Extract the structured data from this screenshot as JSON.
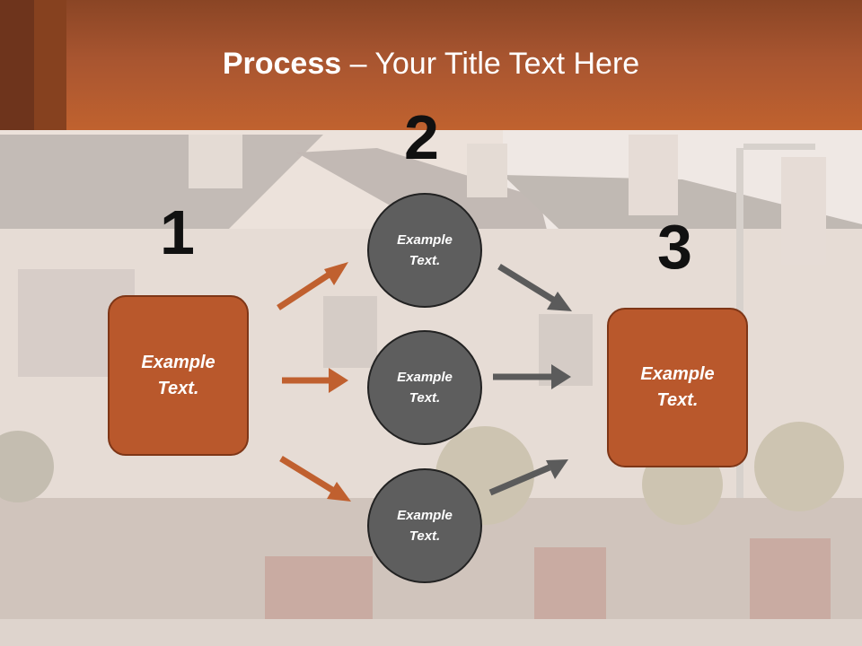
{
  "title": {
    "bold": "Process",
    "rest": " – Your Title Text Here"
  },
  "steps": [
    "1",
    "2",
    "3"
  ],
  "left_box": {
    "line1": "Example",
    "line2": "Text."
  },
  "circles": [
    {
      "line1": "Example",
      "line2": "Text."
    },
    {
      "line1": "Example",
      "line2": "Text."
    },
    {
      "line1": "Example",
      "line2": "Text."
    }
  ],
  "right_box": {
    "line1": "Example",
    "line2": "Text."
  },
  "colors": {
    "accent": "#b9582c",
    "circle": "#5e5e5e",
    "arrow_orange": "#c0602f",
    "arrow_gray": "#5b5b5b"
  }
}
